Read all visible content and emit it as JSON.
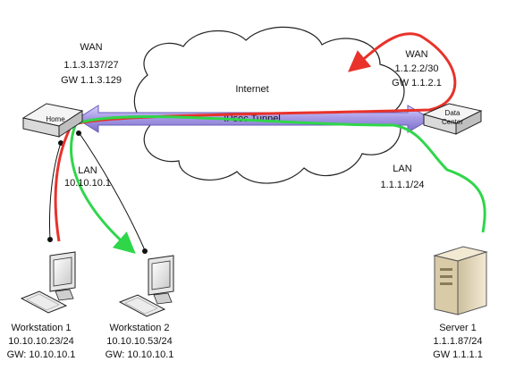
{
  "cloud": {
    "label": "Internet"
  },
  "tunnel": {
    "label": "IPsec Tunnel",
    "color": "#8f83d8"
  },
  "home": {
    "device_label": "Home",
    "wan": {
      "title": "WAN",
      "ip": "1.1.3.137/27",
      "gw": "GW 1.1.3.129"
    },
    "lan": {
      "title": "LAN",
      "ip": "10.10.10.1"
    }
  },
  "datacenter": {
    "device_label_line1": "Data",
    "device_label_line2": "Center",
    "wan": {
      "title": "WAN",
      "ip": "1.1.2.2/30",
      "gw": "GW 1.1.2.1"
    },
    "lan": {
      "title": "LAN",
      "ip": "1.1.1.1/24"
    }
  },
  "workstation1": {
    "name": "Workstation 1",
    "ip": "10.10.10.23/24",
    "gw": "GW: 10.10.10.1"
  },
  "workstation2": {
    "name": "Workstation 2",
    "ip": "10.10.10.53/24",
    "gw": "GW: 10.10.10.1"
  },
  "server1": {
    "name": "Server 1",
    "ip": "1.1.1.87/24",
    "gw": "GW 1.1.1.1"
  },
  "paths": {
    "red_color": "#e8322a",
    "green_color": "#2fd64a"
  }
}
